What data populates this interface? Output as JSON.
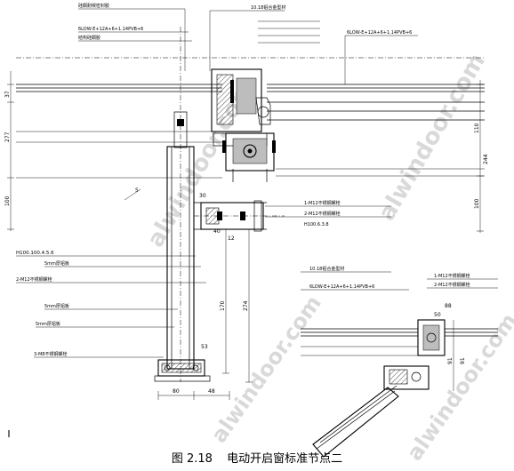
{
  "caption": {
    "figure_no": "图 2.18",
    "title": "电动开启窗标准节点二"
  },
  "watermark": "alwindoor.com",
  "colors": {
    "line": "#000000",
    "watermark": "#d9d9d9",
    "fill_gray": "#bdbdbd"
  },
  "callouts": {
    "top": [
      "硅酮耐候密封胶",
      "6LOW-E+12A+6+1.14PVB+6",
      "结构硅酮胶",
      "10.18铝合金型材",
      "6LOW-E+12A+6+1.14PVB+6"
    ],
    "left": [
      "H100.100.4.5.6",
      "5mm厚铝板",
      "2-M12不锈钢螺栓",
      "5mm厚铝板",
      "5mm厚铝板",
      "3-M8不锈钢螺栓"
    ],
    "mid_right": [
      "1-M12不锈钢螺栓",
      "2-M12不锈钢螺栓",
      "H100.6.3.8"
    ],
    "lower_right": [
      "10.18铝合金型材",
      "6LOW-E+12A+6+1.14PVB+6",
      "1-M12不锈钢螺栓",
      "2-M12不锈钢螺栓"
    ]
  },
  "dimensions": {
    "left_vertical": [
      "37",
      "277",
      "100"
    ],
    "right_vertical": [
      "110",
      "244",
      "100"
    ],
    "center_vertical": [
      "170",
      "274"
    ],
    "small": [
      "5",
      "30",
      "40",
      "12",
      "53"
    ],
    "bottom_horizontal": [
      "80",
      "48"
    ],
    "detail_horizontal": [
      "88",
      "50"
    ],
    "detail_vertical": [
      "91",
      "91"
    ]
  }
}
